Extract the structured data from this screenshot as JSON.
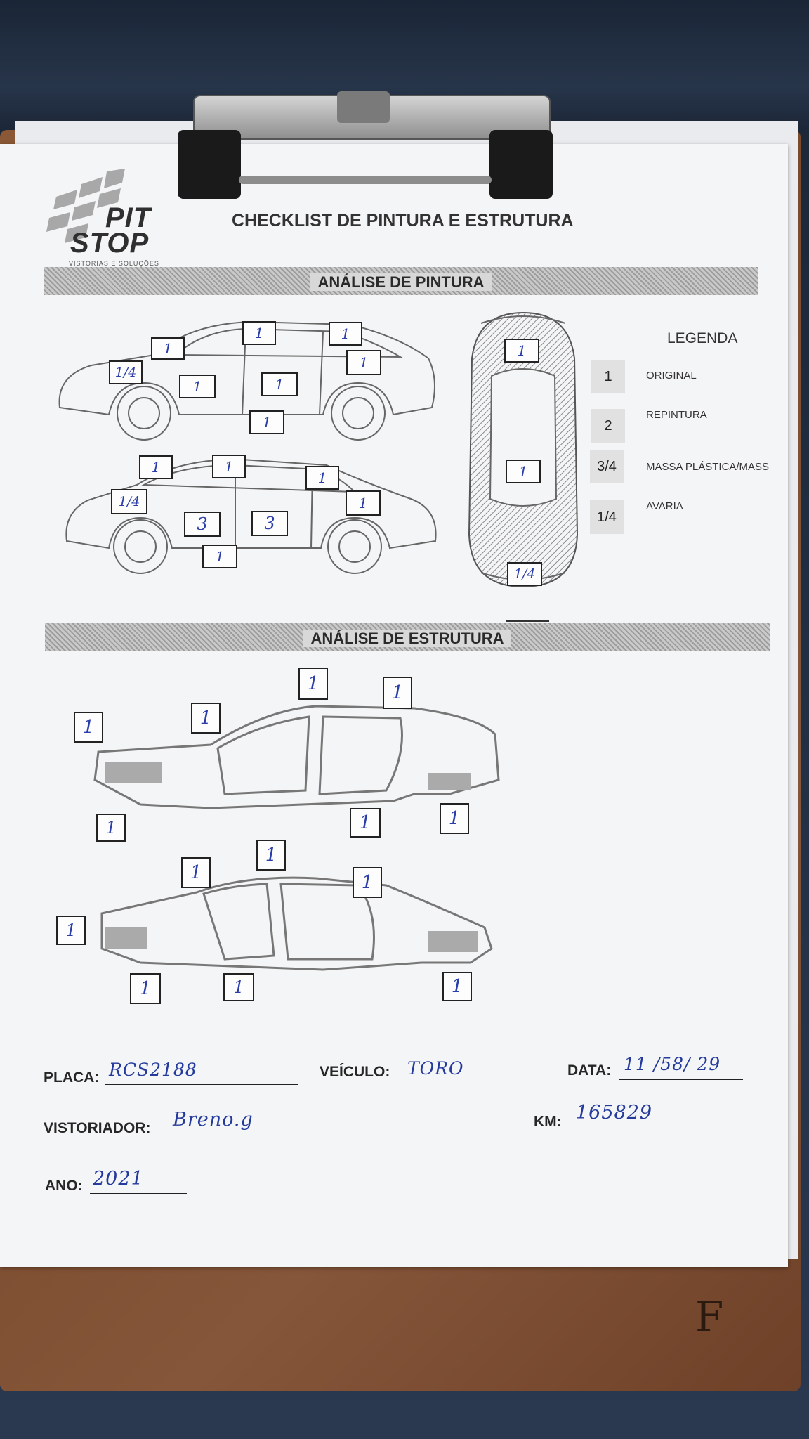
{
  "document": {
    "title": "CHECKLIST DE PINTURA E ESTRUTURA",
    "logo": {
      "line1": "PIT",
      "line2": "STOP",
      "tagline": "VISTORIAS E SOLUÇÕES"
    }
  },
  "painting": {
    "section_title": "ANÁLISE DE PINTURA",
    "side_left_marks": [
      "1",
      "1",
      "1",
      "1/4",
      "1",
      "1",
      "1",
      "1"
    ],
    "side_right_marks": [
      "1",
      "1",
      "1",
      "1/4",
      "1",
      "3",
      "3",
      "1"
    ],
    "top_marks": [
      "1",
      "1",
      "1/4"
    ]
  },
  "legend": {
    "title": "LEGENDA",
    "items": [
      {
        "code": "1",
        "label": "ORIGINAL"
      },
      {
        "code": "2",
        "label": "REPINTURA"
      },
      {
        "code": "3/4",
        "label": "MASSA PLÁSTICA/MASS"
      },
      {
        "code": "1/4",
        "label": "AVARIA"
      }
    ]
  },
  "structure": {
    "section_title": "ANÁLISE DE ESTRUTURA",
    "upper_marks": [
      "1",
      "1",
      "1",
      "1",
      "1",
      "1",
      "1"
    ],
    "lower_marks": [
      "1",
      "1",
      "1",
      "1",
      "1",
      "1",
      "1"
    ]
  },
  "fields": {
    "placa": {
      "label": "PLACA:",
      "value": "RCS2188"
    },
    "veiculo": {
      "label": "VEÍCULO:",
      "value": "TORO"
    },
    "data": {
      "label": "DATA:",
      "value": "11 /58/ 29"
    },
    "vistoriador": {
      "label": "VISTORIADOR:",
      "value": "Breno.g"
    },
    "km": {
      "label": "KM:",
      "value": "165829"
    },
    "ano": {
      "label": "ANO:",
      "value": "2021"
    }
  },
  "board_mark": "F"
}
